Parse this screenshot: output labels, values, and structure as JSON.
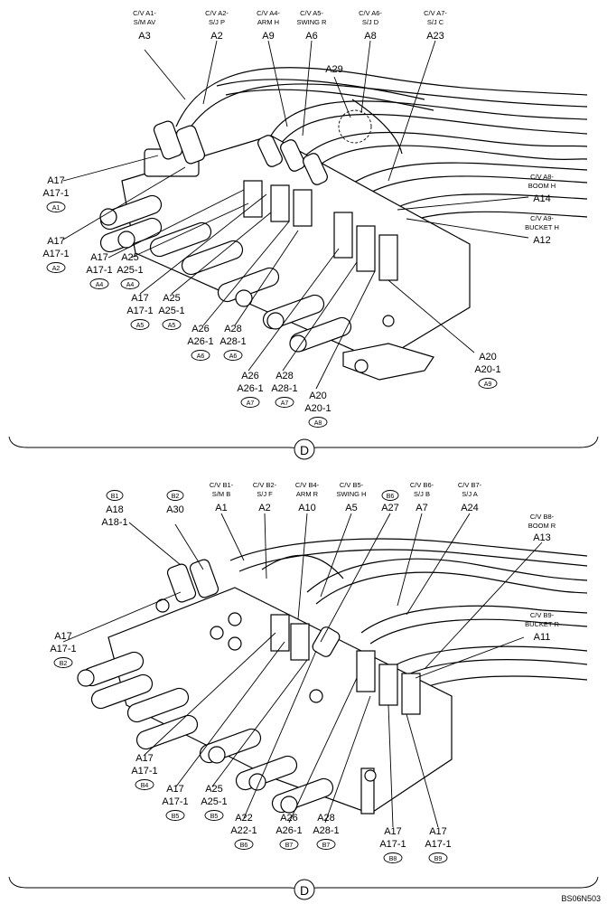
{
  "top": {
    "callouts_top": [
      {
        "l1": "C/V A1-",
        "l2": "S/M AV",
        "id": "A3"
      },
      {
        "l1": "C/V A2-",
        "l2": "S/J P",
        "id": "A2"
      },
      {
        "l1": "C/V A4-",
        "l2": "ARM H",
        "id": "A9"
      },
      {
        "l1": "C/V A5-",
        "l2": "SWING R",
        "id": "A6"
      },
      {
        "l1": "C/V A6-",
        "l2": "S/J D",
        "id": "A8"
      },
      {
        "l1": "C/V A7-",
        "l2": "S/J C",
        "id": "A23"
      }
    ],
    "a29": "A29",
    "right_callouts": [
      {
        "l1": "C/V A8-",
        "l2": "BOOM H",
        "id": "A14"
      },
      {
        "l1": "C/V A9-",
        "l2": "BUCKET H",
        "id": "A12"
      }
    ],
    "left_callouts": [
      {
        "a": "A17",
        "b": "A17-1",
        "tag": "A1"
      },
      {
        "a": "A17",
        "b": "A17-1",
        "tag": "A2"
      },
      {
        "a": "A17",
        "b": "A17-1",
        "tag": "A4"
      },
      {
        "a": "A25",
        "b": "A25-1",
        "tag": "A4"
      },
      {
        "a": "A17",
        "b": "A17-1",
        "tag": "A5"
      },
      {
        "a": "A25",
        "b": "A25-1",
        "tag": "A5"
      },
      {
        "a": "A26",
        "b": "A26-1",
        "tag": "A6"
      },
      {
        "a": "A28",
        "b": "A28-1",
        "tag": "A6"
      },
      {
        "a": "A26",
        "b": "A26-1",
        "tag": "A7"
      },
      {
        "a": "A28",
        "b": "A28-1",
        "tag": "A7"
      },
      {
        "a": "A20",
        "b": "A20-1",
        "tag": "A8"
      },
      {
        "a": "A20",
        "b": "A20-1",
        "tag": "A9"
      }
    ],
    "section": "D"
  },
  "bottom": {
    "top_left": [
      {
        "tag": "B1",
        "a": "A18",
        "b": "A18-1"
      },
      {
        "tag": "B2",
        "a": "A30"
      }
    ],
    "callouts_top": [
      {
        "l1": "C/V B1-",
        "l2": "S/M B",
        "id": "A1"
      },
      {
        "l1": "C/V B2-",
        "l2": "S/J F",
        "id": "A2"
      },
      {
        "l1": "C/V B4-",
        "l2": "ARM R",
        "id": "A10"
      },
      {
        "l1": "C/V B5-",
        "l2": "SWING H",
        "id": "A5"
      },
      {
        "tag": "B6",
        "id": "A27"
      },
      {
        "l1": "C/V B6-",
        "l2": "S/J B",
        "id": "A7"
      },
      {
        "l1": "C/V B7-",
        "l2": "S/J A",
        "id": "A24"
      }
    ],
    "right_callouts": [
      {
        "l1": "C/V B8-",
        "l2": "BOOM R",
        "id": "A13"
      },
      {
        "l1": "C/V B9-",
        "l2": "BUCKET R",
        "id": "A11"
      }
    ],
    "left_callouts": [
      {
        "a": "A17",
        "b": "A17-1",
        "tag": "B2"
      },
      {
        "a": "A17",
        "b": "A17-1",
        "tag": "B4"
      },
      {
        "a": "A17",
        "b": "A17-1",
        "tag": "B5"
      },
      {
        "a": "A25",
        "b": "A25-1",
        "tag": "B5"
      },
      {
        "a": "A22",
        "b": "A22-1",
        "tag": "B6"
      },
      {
        "a": "A26",
        "b": "A26-1",
        "tag": "B7"
      },
      {
        "a": "A28",
        "b": "A28-1",
        "tag": "B7"
      },
      {
        "a": "A17",
        "b": "A17-1",
        "tag": "B8"
      },
      {
        "a": "A17",
        "b": "A17-1",
        "tag": "B9"
      }
    ],
    "section": "D"
  },
  "drawing_code": "BS06N503"
}
